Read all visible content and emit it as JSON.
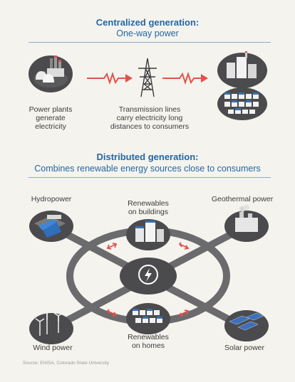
{
  "centralized": {
    "title": "Centralized generation:",
    "subtitle": "One-way power",
    "steps": [
      {
        "label": "Power plants\ngenerate\nelectricity"
      },
      {
        "label": "Transmission lines\ncarry electricity long\ndistances to consumers"
      }
    ]
  },
  "distributed": {
    "title": "Distributed generation:",
    "subtitle": "Combines renewable energy sources close to consumers",
    "nodes": {
      "hydropower": "Hydropower",
      "buildings": "Renewables\non buildings",
      "geothermal": "Geothermal power",
      "wind": "Wind power",
      "homes": "Renewables\non homes",
      "solar": "Solar power"
    }
  },
  "source": "Source: ENISA, Colorado State University",
  "colors": {
    "title_blue": "#2467a4",
    "arrow_red": "#e0534a",
    "disc_dark": "#4b4b4d",
    "network_gray": "#6b6b6d"
  }
}
